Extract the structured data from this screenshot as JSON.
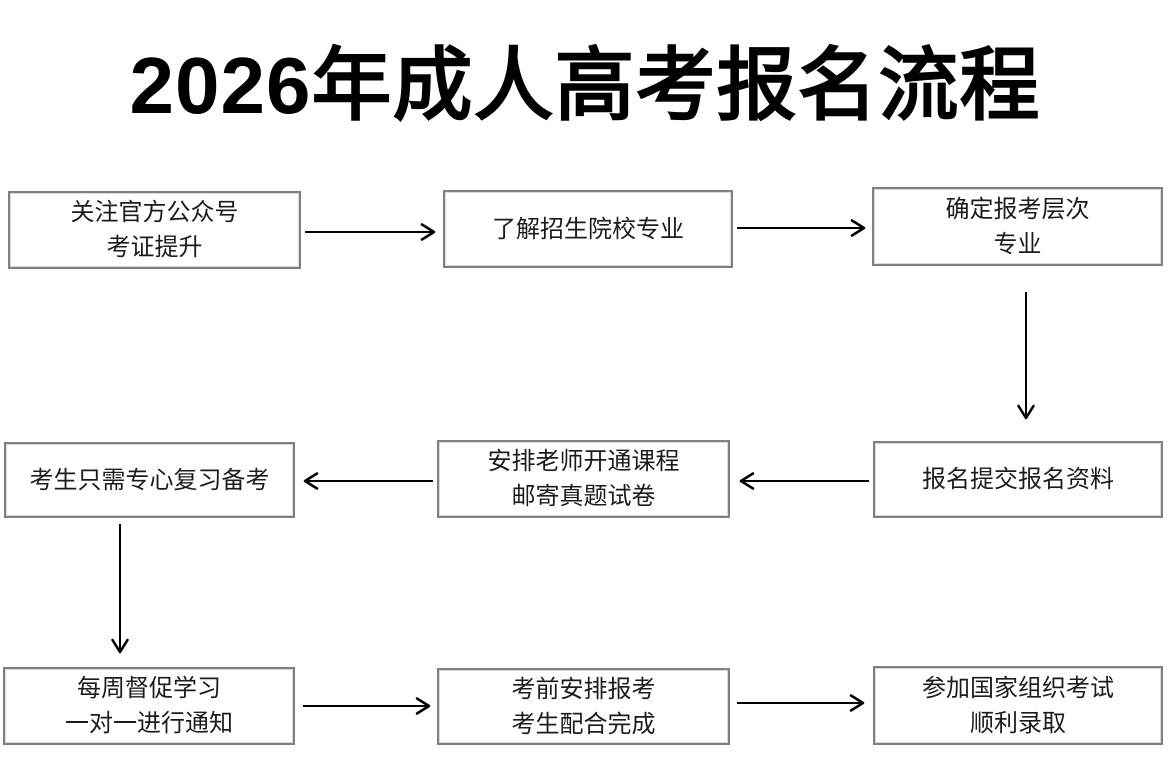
{
  "title": "2026年成人高考报名流程",
  "flow": {
    "nodes": [
      {
        "id": 1,
        "lines": [
          "关注官方公众号",
          "考证提升"
        ]
      },
      {
        "id": 2,
        "lines": [
          "了解招生院校专业"
        ]
      },
      {
        "id": 3,
        "lines": [
          "确定报考层次",
          "专业"
        ]
      },
      {
        "id": 4,
        "lines": [
          "报名提交报名资料"
        ]
      },
      {
        "id": 5,
        "lines": [
          "安排老师开通课程",
          "邮寄真题试卷"
        ]
      },
      {
        "id": 6,
        "lines": [
          "考生只需专心复习备考"
        ]
      },
      {
        "id": 7,
        "lines": [
          "每周督促学习",
          "一对一进行通知"
        ]
      },
      {
        "id": 8,
        "lines": [
          "考前安排报考",
          "考生配合完成"
        ]
      },
      {
        "id": 9,
        "lines": [
          "参加国家组织考试",
          "顺利录取"
        ]
      }
    ],
    "edges": [
      {
        "from": 1,
        "to": 2
      },
      {
        "from": 2,
        "to": 3
      },
      {
        "from": 3,
        "to": 4
      },
      {
        "from": 4,
        "to": 5
      },
      {
        "from": 5,
        "to": 6
      },
      {
        "from": 6,
        "to": 7
      },
      {
        "from": 7,
        "to": 8
      },
      {
        "from": 8,
        "to": 9
      }
    ]
  },
  "colors": {
    "background": "#ffffff",
    "title_text": "#000000",
    "box_border": "#808080",
    "box_text": "#1c1c1c",
    "arrow": "#000000"
  }
}
